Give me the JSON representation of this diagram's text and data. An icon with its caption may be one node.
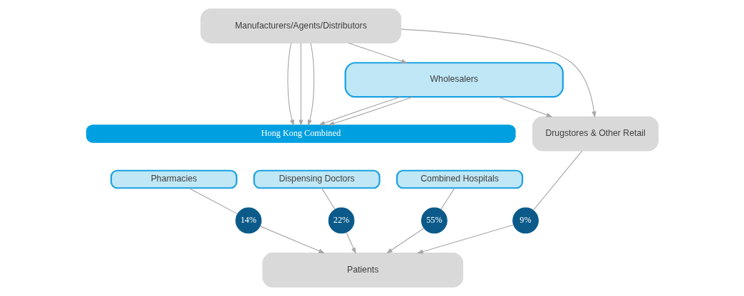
{
  "diagram": {
    "nodes": [
      {
        "text": [
          "Manufacturers/Agents/Distributors"
        ]
      },
      {
        "text": [
          "Wholesalers"
        ]
      },
      {
        "text": [
          "Hong Kong Combined"
        ]
      },
      {
        "text": [
          "Pharmacies"
        ]
      },
      {
        "text": [
          "Dispensing Doctors"
        ]
      },
      {
        "text": [
          "Combined Hospitals"
        ]
      },
      {
        "text": [
          "Drugstores & Other Retail"
        ]
      },
      {
        "text": [
          "14%"
        ]
      },
      {
        "text": [
          "22%"
        ]
      },
      {
        "text": [
          "55%"
        ]
      },
      {
        "text": [
          "9%"
        ]
      },
      {
        "text": [
          "Patients"
        ]
      }
    ],
    "edges": [
      {
        "from": 0,
        "to": 1,
        "arrow": "to"
      },
      {
        "from": 1,
        "to": 2,
        "arrow": "to"
      },
      {
        "from": 0,
        "to": 2,
        "arrow": "to"
      },
      {
        "from": 1,
        "to": 2,
        "arrow": "to"
      },
      {
        "from": 0,
        "to": 2,
        "arrow": "to"
      },
      {
        "from": 0,
        "to": 2,
        "arrow": "to"
      },
      {
        "from": 1,
        "to": 6,
        "arrow": "to"
      },
      {
        "from": 0,
        "to": 6,
        "arrow": "to"
      },
      {
        "from": 3,
        "to": 7,
        "arrow": "none"
      },
      {
        "from": 4,
        "to": 8,
        "arrow": "none"
      },
      {
        "from": 5,
        "to": 9,
        "arrow": "none"
      },
      {
        "from": 6,
        "to": 10,
        "arrow": "none"
      },
      {
        "from": 7,
        "to": 11,
        "arrow": "to"
      },
      {
        "from": 8,
        "to": 11,
        "arrow": "to"
      },
      {
        "from": 9,
        "to": 11,
        "arrow": "to"
      },
      {
        "from": 10,
        "to": 11,
        "arrow": "to"
      }
    ]
  }
}
